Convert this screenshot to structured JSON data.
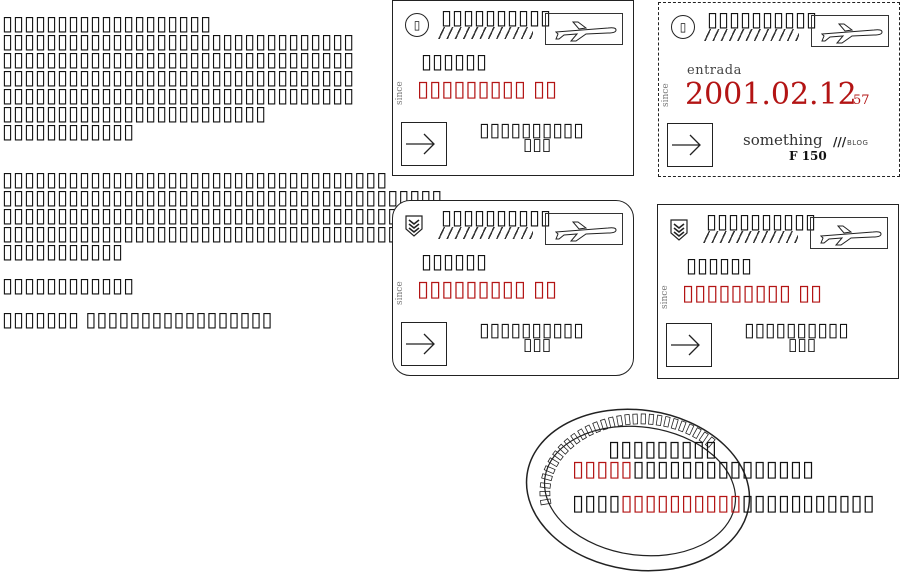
{
  "left_text": {
    "p1": "▯▯▯▯▯▯▯▯▯▯▯▯▯▯▯▯▯▯▯ ▯▯▯▯▯▯▯▯▯▯▯▯▯▯▯▯▯▯▯▯▯▯▯▯▯▯▯▯▯▯▯▯ ▯▯▯▯▯▯▯▯▯▯▯▯▯▯▯▯▯▯▯▯▯▯▯▯▯▯▯▯▯▯▯▯ ▯▯▯▯▯▯▯▯▯▯▯▯▯▯▯▯▯▯▯▯▯▯▯▯▯▯▯▯▯▯▯▯ ▯▯▯▯▯▯▯▯▯▯▯▯▯▯▯▯▯▯▯▯▯▯▯▯▯▯▯▯▯▯▯▯ ▯▯▯▯▯▯▯▯▯▯▯▯▯▯▯▯▯▯▯▯▯▯▯▯ ▯▯▯▯▯▯▯▯▯▯▯▯",
    "p2": "▯▯▯▯▯▯▯▯▯▯▯▯▯▯▯▯▯▯▯▯▯▯▯▯▯▯▯▯▯▯▯▯▯▯▯ ▯▯▯▯▯▯▯▯▯▯▯▯▯▯▯▯▯▯▯▯▯▯▯▯▯▯▯▯▯▯▯▯▯▯▯▯▯▯▯▯ ▯▯▯▯▯▯▯▯▯▯▯▯▯▯▯▯▯▯▯▯▯▯▯▯▯▯▯▯▯▯▯▯▯▯▯▯▯▯▯▯▯▯▯▯▯▯ ▯▯▯▯▯▯▯▯▯▯▯▯▯▯▯▯▯▯▯▯▯▯▯▯▯▯▯▯▯▯▯▯▯▯▯▯▯▯▯▯▯▯▯▯▯ ▯▯▯▯▯▯▯▯▯▯▯",
    "p3": "▯▯▯▯▯▯▯▯▯▯▯▯",
    "p4": "▯▯▯▯▯▯▯ ▯▯▯▯▯▯▯▯▯▯▯▯▯▯▯▯▯"
  },
  "cards": [
    {
      "brand": "▯▯▯▯▯▯▯▯▯▯",
      "label_top": "▯▯▯▯▯▯",
      "since": "since",
      "date": "▯▯▯▯▯▯▯▯▯ ▯▯",
      "label_bottom": "▯▯▯▯▯▯▯▯▯▯",
      "label_sub": "▯▯▯"
    },
    {
      "brand": "▯▯▯▯▯▯▯▯▯▯",
      "entrada": "entrada",
      "since": "since",
      "date": "2001.02.12",
      "date_sup": "57",
      "something": "something",
      "slashes": "///",
      "blog": "BLOG",
      "f150": "F 150"
    },
    {
      "brand": "▯▯▯▯▯▯▯▯▯▯",
      "label_top": "▯▯▯▯▯▯",
      "since": "since",
      "date": "▯▯▯▯▯▯▯▯▯ ▯▯",
      "label_bottom": "▯▯▯▯▯▯▯▯▯▯",
      "label_sub": "▯▯▯"
    },
    {
      "brand": "▯▯▯▯▯▯▯▯▯▯",
      "label_top": "▯▯▯▯▯▯",
      "since": "since",
      "date": "▯▯▯▯▯▯▯▯▯ ▯▯",
      "label_bottom": "▯▯▯▯▯▯▯▯▯▯",
      "label_sub": "▯▯▯"
    }
  ],
  "stamp": {
    "ring_text": "▯▯▯▯▯▯▯▯▯▯▯▯▯▯▯▯▯▯▯▯▯▯▯▯▯▯▯▯",
    "line1": "▯▯▯▯▯▯▯▯▯",
    "line2_red": "▯▯▯▯▯",
    "line2_black": "▯▯▯▯▯▯▯▯▯▯▯▯▯▯▯",
    "line3_black_a": "▯▯▯▯",
    "line3_red": "▯▯▯▯▯▯▯▯▯▯",
    "line3_black_b": "▯▯▯▯▯▯▯▯▯▯▯"
  },
  "colors": {
    "accent_red": "#b31414",
    "ink": "#111111"
  }
}
